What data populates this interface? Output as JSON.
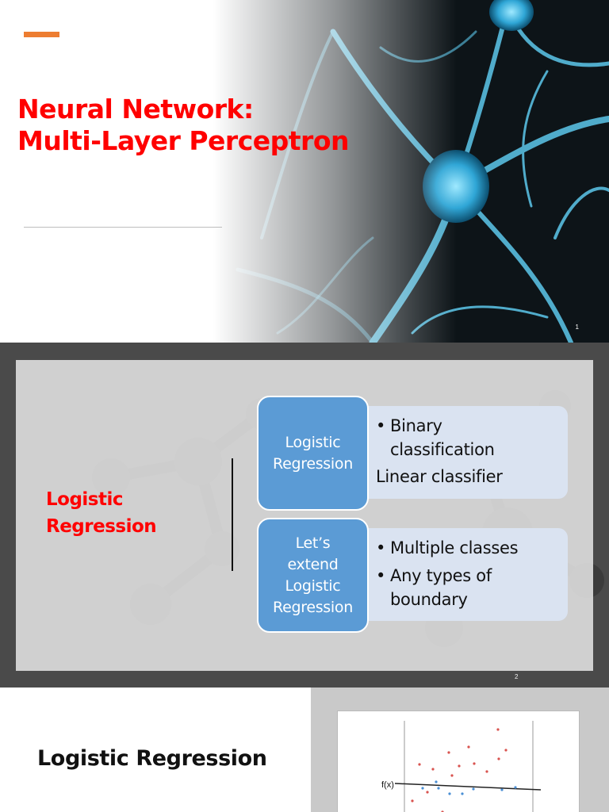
{
  "slide1": {
    "title_line1": "Neural Network:",
    "title_line2": "Multi-Layer Perceptron",
    "page_number": "1",
    "accent_color": "#ed7d31",
    "title_color": "#ff0000"
  },
  "slide2": {
    "section_title_line1": "Logistic",
    "section_title_line2": "Regression",
    "items": [
      {
        "label_lines": [
          "Logistic",
          "Regression"
        ],
        "bullets": [
          "Binary",
          "classification"
        ],
        "extra": "Linear classifier"
      },
      {
        "label_lines": [
          "Let’s",
          "extend",
          "Logistic",
          "Regression"
        ],
        "bullets": [
          "Multiple classes",
          "Any types of",
          "boundary"
        ]
      }
    ],
    "page_number": "2",
    "box_color": "#5b9bd5",
    "detail_color": "#dae3f1"
  },
  "slide3": {
    "heading": "Logistic Regression",
    "plot_label": "f(x)",
    "red_color": "#d9534f",
    "blue_color": "#4a8fd4"
  }
}
